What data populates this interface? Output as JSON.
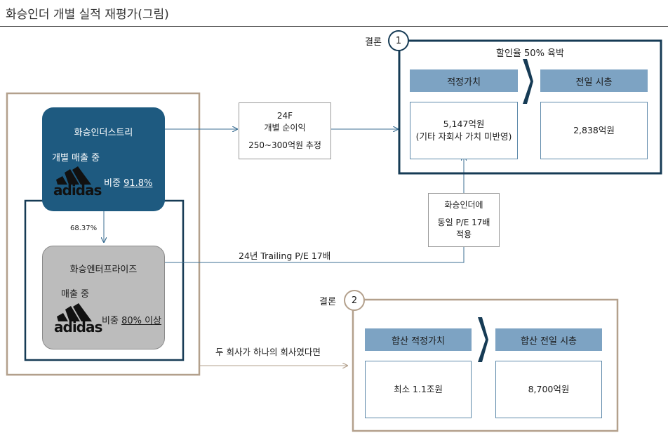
{
  "page_title": "화승인더 개별 실적 재평가(그림)",
  "left": {
    "sportsindustry": {
      "name": "화승인더스트리",
      "sales_label": "개별 매출 중",
      "share_prefix": "비중",
      "share_value": "91.8%",
      "logo_text": "adidas"
    },
    "ownership": "68.37%",
    "enterprise": {
      "name": "화승엔터프라이즈",
      "sales_label": "매출 중",
      "share_prefix": "비중",
      "share_value": "80% 이상",
      "logo_text": "adidas"
    }
  },
  "profit_box": {
    "line1": "24F",
    "line2": "개별 순이익",
    "line3": "250~300억원 추정"
  },
  "trailing_pe": "24년 Trailing P/E 17배",
  "pe_box": {
    "line1": "화승인더에",
    "line2": "동일 P/E 17배",
    "line3": "적용"
  },
  "merge_note": "두 회사가 하나의 회사였다면",
  "conclusion1": {
    "label": "결론",
    "number": "1",
    "discount": "할인율 50% 육박",
    "fair_header": "적정가치",
    "fair_value1": "5,147억원",
    "fair_value2": "(기타 자회사 가치 미반영)",
    "mcap_header": "전일 시총",
    "mcap_value": "2,838억원"
  },
  "conclusion2": {
    "label": "결론",
    "number": "2",
    "fair_header": "합산 적정가치",
    "fair_value": "최소 1.1조원",
    "mcap_header": "합산 전일 시총",
    "mcap_value": "8,700억원"
  },
  "colors": {
    "navy": "#1e5a80",
    "frame_dark": "#163b55",
    "frame_tan": "#b3a08c",
    "header_blue": "#7da3c3",
    "gray_box": "#bcbcbc"
  }
}
